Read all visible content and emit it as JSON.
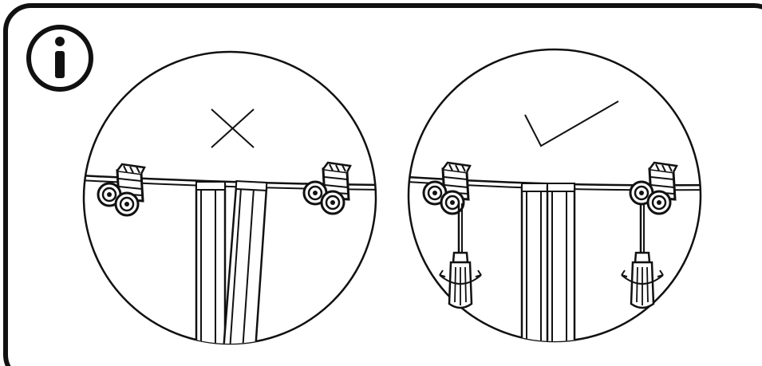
{
  "info_badge": {
    "glyph": "i",
    "icon": "info-icon"
  },
  "panels": [
    {
      "id": "incorrect",
      "verdict_icon": "cross-icon",
      "verdict": "wrong",
      "shows": [
        "roller-left",
        "roller-right",
        "door-edge-gap-misaligned"
      ]
    },
    {
      "id": "correct",
      "verdict_icon": "check-icon",
      "verdict": "right",
      "shows": [
        "roller-left",
        "roller-right",
        "screwdriver-left",
        "screwdriver-right",
        "door-edge-aligned"
      ]
    }
  ],
  "colors": {
    "ink": "#111111",
    "paper": "#ffffff"
  }
}
